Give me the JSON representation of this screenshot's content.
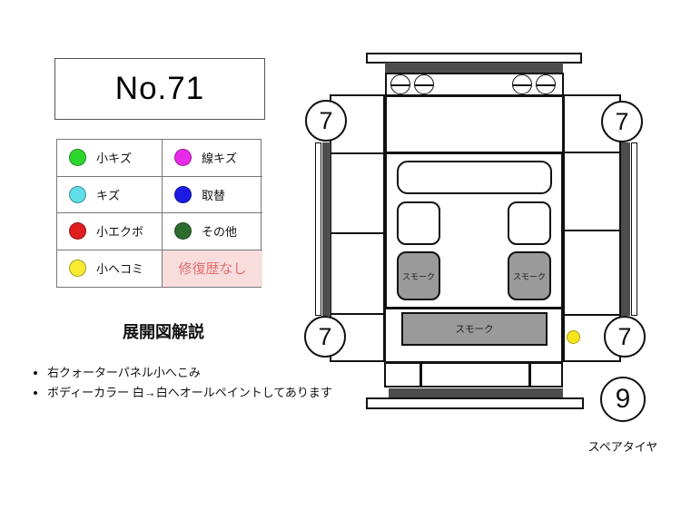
{
  "sheet": {
    "lot_number": "No.71",
    "heading": "展開図解説",
    "notes": [
      "右クォーターパネル小へこみ",
      "ボディーカラー 白→白へオールペイントしてあります"
    ]
  },
  "legend": {
    "items": [
      {
        "label": "小キズ",
        "color": "#2ed52e"
      },
      {
        "label": "線キズ",
        "color": "#e92ae9"
      },
      {
        "label": "キズ",
        "color": "#5fdde9"
      },
      {
        "label": "取替",
        "color": "#1b1be4"
      },
      {
        "label": "小エクボ",
        "color": "#df1f1f"
      },
      {
        "label": "その他",
        "color": "#2e6b2e"
      },
      {
        "label": "小ヘコミ",
        "color": "#f8eb31"
      }
    ],
    "no_repair": {
      "label": "修復歴なし",
      "bg": "#f9dddd",
      "color": "#e26f6f"
    }
  },
  "diagram": {
    "smoke_label": "スモーク",
    "spare_tire_label": "スペアタイヤ",
    "wheel_marks": {
      "front_left": "7",
      "front_right": "7",
      "rear_left": "7",
      "rear_right": "7",
      "spare": "9"
    },
    "damage_marker": {
      "color": "#f6e51a",
      "meaning": "小ヘコミ"
    }
  }
}
